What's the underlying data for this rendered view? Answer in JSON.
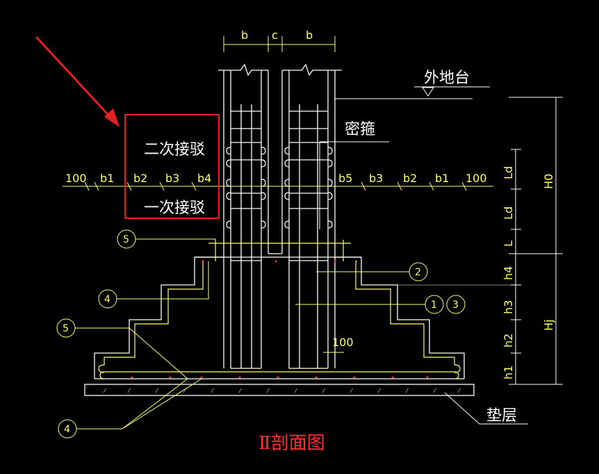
{
  "top_dims": {
    "b_left": "b",
    "c": "c",
    "b_right": "b"
  },
  "left_dims": [
    "100",
    "b1",
    "b2",
    "b3",
    "b4"
  ],
  "right_dims": [
    "b5",
    "b3",
    "b2",
    "b1",
    "100"
  ],
  "outside_grade": "外地台",
  "stirrup_label": "密箍",
  "splice_labels": {
    "second": "二次接驳",
    "first": "一次接驳"
  },
  "right_vert_dims": [
    "Ld",
    "Ld",
    "L",
    "h4",
    "h3",
    "h2",
    "h1"
  ],
  "far_right_dims": [
    "H0",
    "Hj"
  ],
  "bubbles": {
    "b5_upper": "5",
    "b4_upper": "4",
    "b5_lower": "5",
    "b4_lower": "4",
    "b2": "2",
    "b1": "1",
    "b3": "3"
  },
  "dim_100_bottom": "100",
  "cushion_label": "垫层",
  "section_title": "Ⅱ剖面图",
  "colors": {
    "line_white": "#ffffff",
    "line_yellow": "#ffff66",
    "highlight_red": "#e52020",
    "rebar_marks": "#ff3030",
    "background": "#000000"
  }
}
